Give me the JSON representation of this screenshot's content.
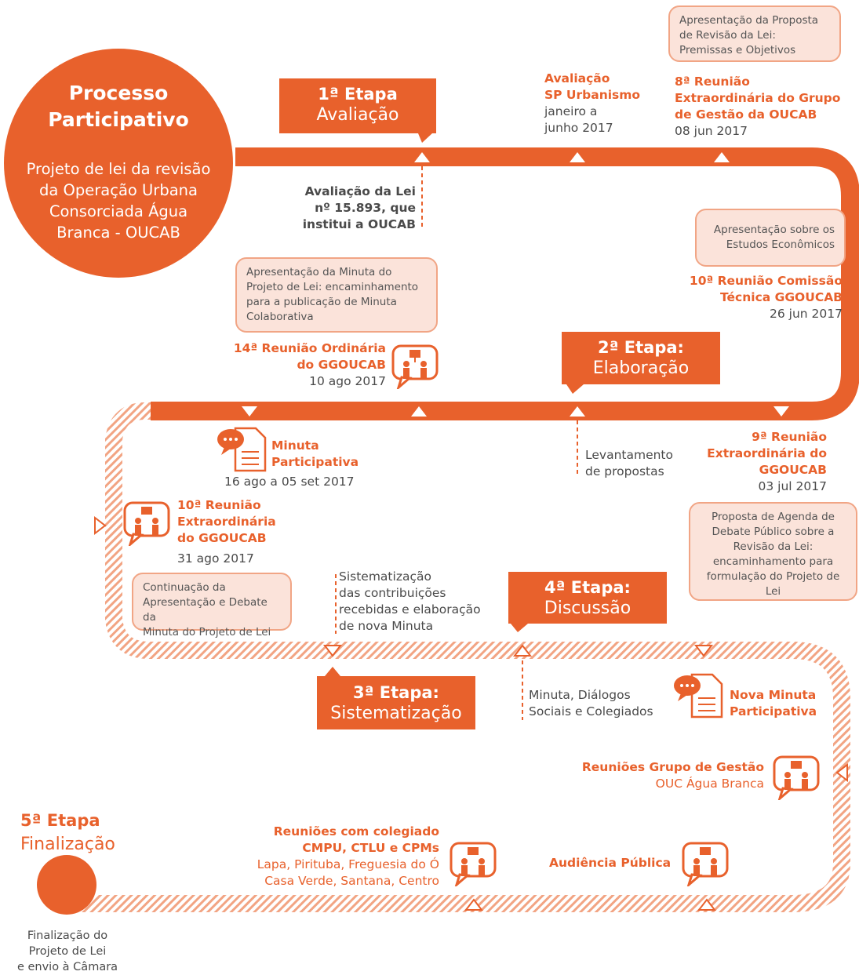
{
  "main": {
    "title": "Processo Participativo",
    "title_l1": "Processo",
    "title_l2": "Participativo",
    "subtitle_l1": "Projeto de lei da revisão",
    "subtitle_l2": "da Operação Urbana",
    "subtitle_l3": "Consorciada Água",
    "subtitle_l4": "Branca - OUCAB"
  },
  "stages": {
    "s1": {
      "label": "1ª Etapa",
      "name": "Avaliação"
    },
    "s2": {
      "label": "2ª Etapa:",
      "name": "Elaboração"
    },
    "s3": {
      "label": "3ª Etapa:",
      "name": "Sistematização"
    },
    "s4": {
      "label": "4ª Etapa:",
      "name": "Discussão"
    },
    "s5": {
      "label": "5ª Etapa",
      "name": "Finalização"
    }
  },
  "events": {
    "aval_lei": {
      "l1": "Avaliação da Lei",
      "l2": "nº 15.893, que",
      "l3": "institui a OUCAB"
    },
    "aval_sp": {
      "l1": "Avaliação",
      "l2": "SP Urbanismo",
      "d1": "janeiro a",
      "d2": "junho 2017"
    },
    "reun8": {
      "l1": "8ª Reunião",
      "l2": "Extraordinária do Grupo",
      "l3": "de Gestão da OUCAB",
      "date": "08 jun 2017"
    },
    "box8": {
      "l1": "Apresentação da Proposta",
      "l2": "de Revisão da Lei:",
      "l3": "Premissas e Objetivos"
    },
    "box_estudos": {
      "l1": "Apresentação sobre os",
      "l2": "Estudos Econômicos"
    },
    "reun10c": {
      "l1": "10ª Reunião Comissão",
      "l2": "Técnica  GGOUCAB",
      "date": "26 jun 2017"
    },
    "box_minuta": {
      "l1": "Apresentação da Minuta do",
      "l2": "Projeto de Lei: encaminhamento",
      "l3": "para a publicação de Minuta",
      "l4": "Colaborativa"
    },
    "reun14": {
      "l1": "14ª Reunião Ordinária",
      "l2": "do GGOUCAB",
      "date": "10 ago 2017"
    },
    "minuta_part": {
      "l1": "Minuta",
      "l2": "Participativa",
      "date": "16 ago a 05 set 2017"
    },
    "levantamento": {
      "l1": "Levantamento",
      "l2": "de propostas"
    },
    "reun9": {
      "l1": "9ª Reunião",
      "l2": "Extraordinária do",
      "l3": "GGOUCAB",
      "date": "03 jul 2017"
    },
    "box9": {
      "l1": "Proposta de Agenda de",
      "l2": "Debate Público sobre a",
      "l3": "Revisão da Lei:",
      "l4": "encaminhamento para",
      "l5": "formulação do Projeto de Lei"
    },
    "reun10e": {
      "l1": "10ª Reunião",
      "l2": "Extraordinária",
      "l3": "do GGOUCAB",
      "date": "31 ago 2017"
    },
    "box10e": {
      "l1": "Continuação da",
      "l2": "Apresentação e Debate da",
      "l3": "Minuta do Projeto de Lei"
    },
    "sistem": {
      "l1": "Sistematização",
      "l2": "das contribuições",
      "l3": "recebidas e elaboração",
      "l4": "de nova Minuta"
    },
    "minuta_dialogos": {
      "l1": "Minuta, Diálogos",
      "l2": "Sociais e Colegiados"
    },
    "nova_minuta": {
      "l1": "Nova Minuta",
      "l2": "Participativa"
    },
    "reun_gg": {
      "l1": "Reuniões Grupo de Gestão",
      "l2": "OUC Água Branca"
    },
    "colegiado": {
      "l1": "Reuniões com colegiado",
      "l2": "CMPU, CTLU e CPMs",
      "l3": "Lapa, Pirituba, Freguesia do Ó",
      "l4": "Casa Verde, Santana, Centro"
    },
    "audiencia": {
      "l1": "Audiência Pública"
    },
    "final": {
      "l1": "Finalização do",
      "l2": "Projeto de Lei",
      "l3": "e envio à Câmara"
    }
  },
  "colors": {
    "accent": "#e8612c",
    "box_fill": "#fbe3da",
    "box_border": "#f1a585",
    "text": "#4a4a4a"
  }
}
